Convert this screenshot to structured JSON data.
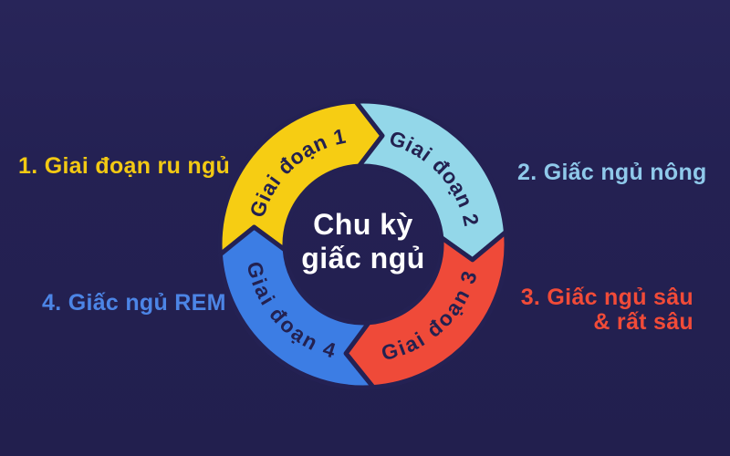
{
  "title": {
    "line1": "Chu kỳ",
    "line2": "giấc ngủ"
  },
  "colors": {
    "background": "#242153",
    "yellow": "#F6CD13",
    "cyan": "#93D7E9",
    "red": "#EF4A39",
    "blue": "#3C7DE4",
    "segment_text": "#232150",
    "title_text": "#FFFFFF",
    "callout_yellow": "#F3C913",
    "callout_cyan": "#8FC9EA",
    "callout_red": "#F14B38",
    "callout_blue": "#4C85E6"
  },
  "segments": [
    {
      "id": "stage-1",
      "label": "Giai đoạn 1",
      "color_key": "yellow",
      "start": 266,
      "end": 357,
      "text_side": "top"
    },
    {
      "id": "stage-2",
      "label": "Giai đoạn 2",
      "color_key": "cyan",
      "start": 357,
      "end": 445,
      "text_side": "top"
    },
    {
      "id": "stage-3",
      "label": "Giai đoạn 3",
      "color_key": "red",
      "start": 85,
      "end": 176,
      "text_side": "bottom"
    },
    {
      "id": "stage-4",
      "label": "Giai đoạn 4",
      "color_key": "blue",
      "start": 176,
      "end": 266,
      "text_side": "bottom"
    }
  ],
  "callouts": [
    {
      "text": "1. Giai đoạn ru ngủ",
      "color_key": "callout_yellow"
    },
    {
      "text": "2. Giấc ngủ nông",
      "color_key": "callout_cyan"
    },
    {
      "line1": "3.  Giấc ngủ sâu",
      "line2": "& rất sâu",
      "color_key": "callout_red"
    },
    {
      "text": "4. Giấc ngủ REM",
      "color_key": "callout_blue"
    }
  ]
}
